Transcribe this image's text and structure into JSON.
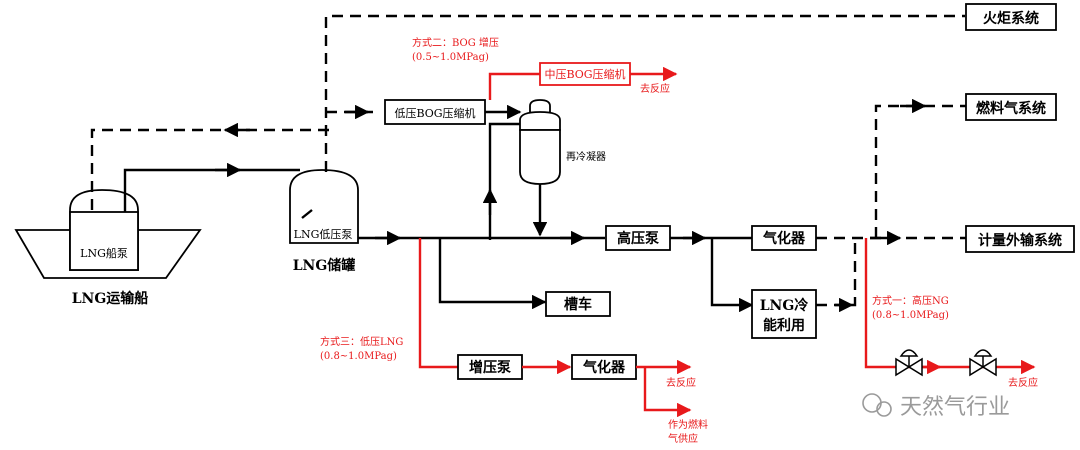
{
  "equipment": {
    "ship": "LNG运输船",
    "ship_pump": "LNG船泵",
    "tank": "LNG储罐",
    "tank_pump": "LNG低压泵",
    "lp_bog_compressor": "低压BOG压缩机",
    "mp_bog_compressor": "中压BOG压缩机",
    "recondenser": "再冷凝器",
    "hp_pump": "高压泵",
    "vaporizer": "气化器",
    "truck": "槽车",
    "cold_energy": [
      "LNG冷",
      "能利用"
    ],
    "booster_pump": "增压泵",
    "vaporizer2": "气化器"
  },
  "systems": {
    "flare": "火炬系统",
    "fuel_gas": "燃料气系统",
    "metering": "计量外输系统"
  },
  "modes": {
    "mode2": [
      "方式二：BOG 增压",
      "(0.5~1.0MPag)"
    ],
    "mode3": [
      "方式三：低压LNG",
      "(0.8~1.0MPag)"
    ],
    "mode1": [
      "方式一：高压NG",
      "(0.8~1.0MPag)"
    ]
  },
  "outlets": {
    "to_reaction_1": "去反应",
    "to_reaction_2": "去反应",
    "to_reaction_3": "去反应",
    "as_fuel": [
      "作为燃料",
      "气供应"
    ]
  },
  "watermark": "天然气行业",
  "colors": {
    "line": "#000000",
    "highlight": "#e8191b",
    "watermark": "#9a9a9a"
  }
}
